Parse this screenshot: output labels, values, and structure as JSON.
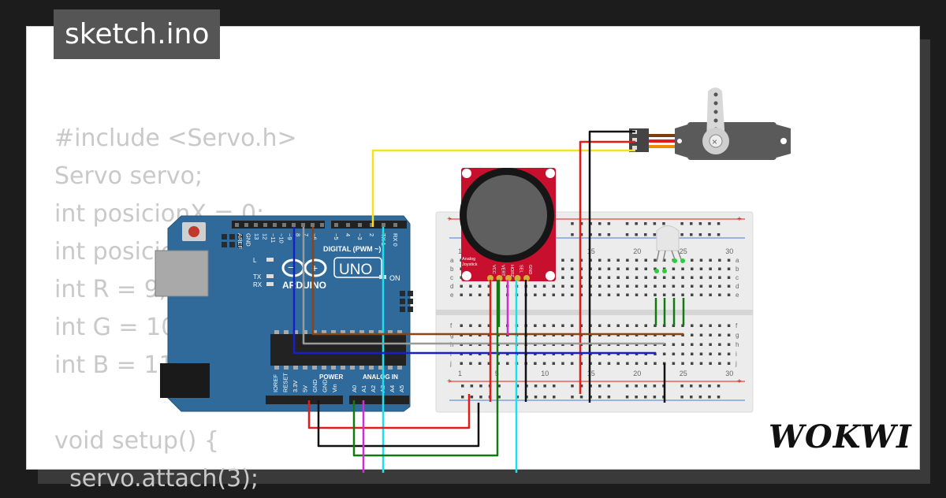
{
  "title": "sketch.ino",
  "brand": "WOKWI",
  "colors": {
    "background": "#1c1c1c",
    "card": "#ffffff",
    "badge": "#555555",
    "code_text": "#c9c9c9",
    "board": "#2f6a9a",
    "wire_red": "#e41b17",
    "wire_black": "#111111",
    "wire_yellow": "#f5e11d",
    "wire_cyan": "#19e1ee",
    "wire_magenta": "#d42cd4",
    "wire_green": "#117a11",
    "wire_blue": "#1720c8",
    "wire_brown": "#8b4513",
    "wire_gray": "#9a9a9a"
  },
  "code_lines": [
    "#include <Servo.h>",
    "Servo servo;",
    "int posicionX = 0;",
    "int posicionY = 0;",
    "int R = 9;",
    "int G = 10;",
    "int B = 11;",
    "",
    "void setup() {",
    "  servo.attach(3);"
  ],
  "arduino": {
    "brand": "ARDUINO",
    "model": "UNO",
    "digital_label": "DIGITAL (PWM ~)",
    "power_label": "POWER",
    "analog_label": "ANALOG IN",
    "on_label": "ON",
    "led_labels": [
      "L",
      "TX",
      "RX"
    ],
    "top_pins": [
      "AREF",
      "GND",
      "13",
      "12",
      "~11",
      "~10",
      "~9",
      "8",
      "7",
      "~6",
      "~5",
      "4",
      "~3",
      "2",
      "TX 1",
      "RX 0"
    ],
    "power_pins": [
      "IOREF",
      "RESET",
      "3.3V",
      "5V",
      "GND",
      "GND",
      "Vin"
    ],
    "analog_pins": [
      "A0",
      "A1",
      "A2",
      "A3",
      "A4",
      "A5"
    ]
  },
  "joystick": {
    "label_line1": "Analog",
    "label_line2": "Joystick",
    "pins": [
      "VCC",
      "VERT",
      "HORZ",
      "SEL",
      "GND"
    ]
  },
  "breadboard": {
    "column_numbers": [
      "1",
      "5",
      "10",
      "15",
      "20",
      "25",
      "30"
    ],
    "row_letters_top": [
      "a",
      "b",
      "c",
      "d",
      "e"
    ],
    "row_letters_bottom": [
      "f",
      "g",
      "h",
      "i",
      "j"
    ],
    "rail_plus": "+",
    "rail_minus": "-"
  }
}
